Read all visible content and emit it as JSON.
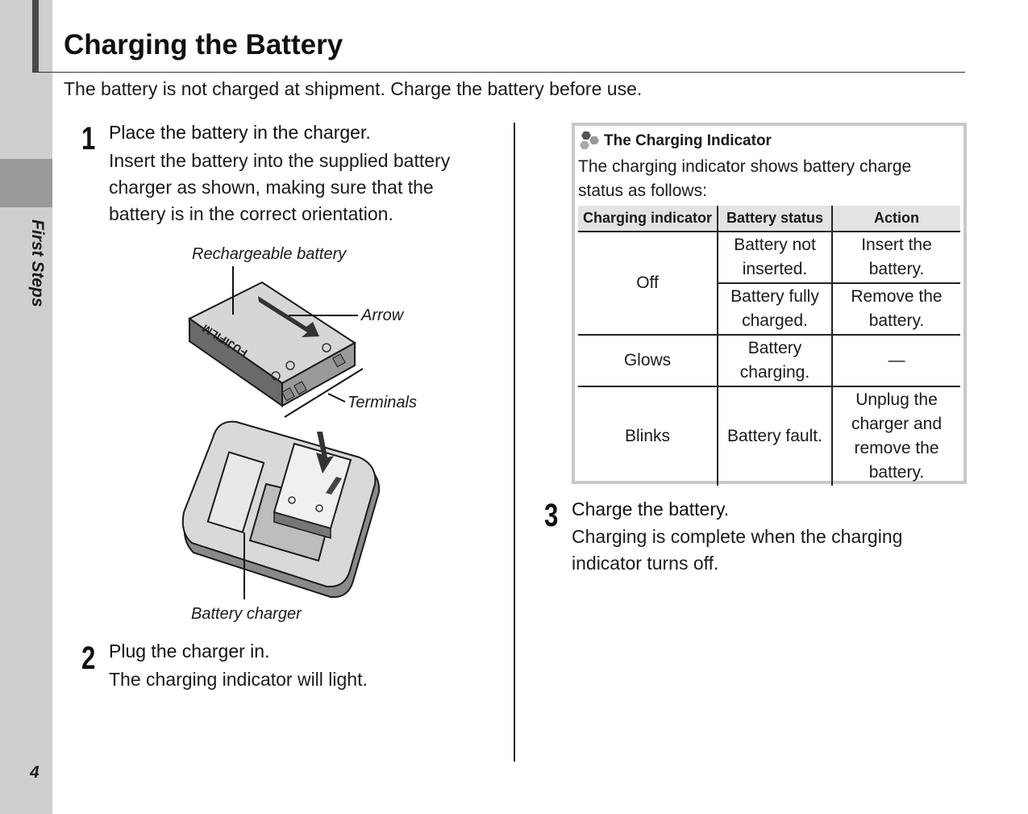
{
  "page": {
    "section_tab": "First Steps",
    "page_number": "4",
    "title": "Charging the Battery",
    "intro": "The battery is not charged at shipment.  Charge the battery before use."
  },
  "steps": [
    {
      "number": "1",
      "heading": "Place the battery in the charger.",
      "body_lines": [
        "Insert the battery into the supplied battery",
        "charger as shown, making sure that the",
        "battery is in the correct orientation."
      ]
    },
    {
      "number": "2",
      "heading": "Plug the charger in.",
      "body_lines": [
        "The charging indicator will light."
      ]
    },
    {
      "number": "3",
      "heading": "Charge the battery.",
      "body_lines": [
        "Charging is complete when the charging",
        "indicator turns off."
      ]
    }
  ],
  "illustration": {
    "callouts": {
      "battery": "Rechargeable battery",
      "arrow": "Arrow",
      "terminals": "Terminals",
      "charger": "Battery charger"
    },
    "brand": "FUJIFILM"
  },
  "charging_indicator": {
    "title": "The Charging Indicator",
    "description_lines": [
      "The charging indicator shows battery charge",
      "status as follows:"
    ],
    "headers": [
      "Charging indicator",
      "Battery status",
      "Action"
    ],
    "rows": {
      "off": "Off",
      "off_status_1": [
        "Battery not",
        "inserted."
      ],
      "off_action_1": [
        "Insert the",
        "battery."
      ],
      "off_status_2": [
        "Battery fully",
        "charged."
      ],
      "off_action_2": [
        "Remove the",
        "battery."
      ],
      "glows": "Glows",
      "glows_status": [
        "Battery",
        "charging."
      ],
      "glows_action": "—",
      "blinks": "Blinks",
      "blinks_status": "Battery fault.",
      "blinks_action": [
        "Unplug the",
        "charger and",
        "remove the",
        "battery."
      ]
    }
  }
}
